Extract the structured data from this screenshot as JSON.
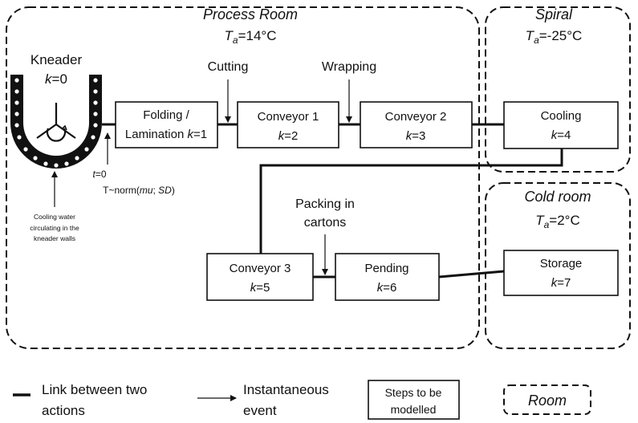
{
  "rooms": {
    "process": {
      "title": "Process Room",
      "ta_sub": "a",
      "ta_value": "=14°C"
    },
    "spiral": {
      "title": "Spiral",
      "ta_sub": "a",
      "ta_value": "=-25°C"
    },
    "cold": {
      "title": "Cold room",
      "ta_sub": "a",
      "ta_value": "=2°C"
    }
  },
  "kneader": {
    "title": "Kneader",
    "k_value": "=0",
    "initial_t": "=0",
    "initial_T_prefix": "T~norm(",
    "initial_mu": "mu",
    "initial_sep": "; ",
    "initial_sd": "SD",
    "initial_close": ")",
    "cooling_note": [
      "Cooling water",
      "circulating in the",
      "kneader walls"
    ]
  },
  "steps": [
    {
      "id": "folding",
      "line1": "Folding /",
      "line2_text": "Lamination ",
      "k_value": "=1"
    },
    {
      "id": "conveyor1",
      "line1": "Conveyor 1",
      "k_value": "=2"
    },
    {
      "id": "conveyor2",
      "line1": "Conveyor 2",
      "k_value": "=3"
    },
    {
      "id": "cooling",
      "line1": "Cooling",
      "k_value": "=4"
    },
    {
      "id": "conveyor3",
      "line1": "Conveyor 3",
      "k_value": "=5"
    },
    {
      "id": "pending",
      "line1": "Pending",
      "k_value": "=6"
    },
    {
      "id": "storage",
      "line1": "Storage",
      "k_value": "=7"
    }
  ],
  "events": {
    "cutting": "Cutting",
    "wrapping": "Wrapping",
    "packing_line1": "Packing in",
    "packing_line2": "cartons"
  },
  "k_symbol": "k",
  "T_symbol": "T",
  "legend": {
    "link_line1": "Link between two",
    "link_line2": "actions",
    "event_line1": "Instantaneous",
    "event_line2": "event",
    "steps_line1": "Steps to be",
    "steps_line2": "modelled",
    "room": "Room"
  }
}
